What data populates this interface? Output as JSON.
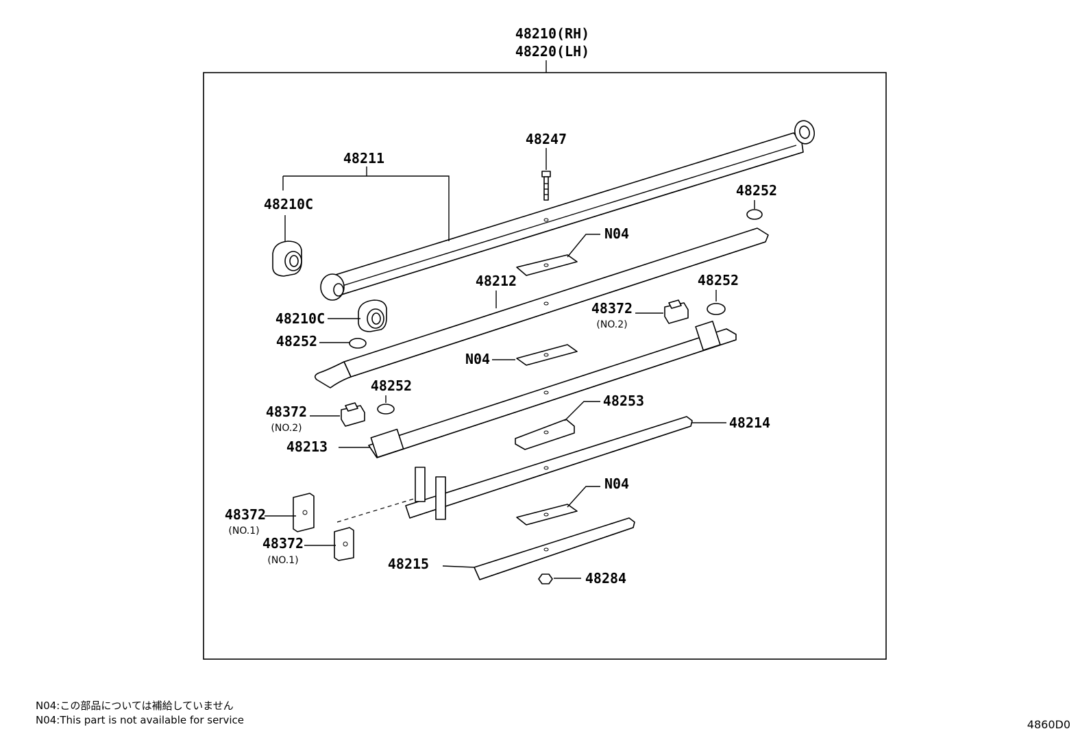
{
  "assembly": {
    "rh": "48210(RH)",
    "lh": "48220(LH)"
  },
  "callouts": {
    "p48211": "48211",
    "p48210c_a": "48210C",
    "p48210c_b": "48210C",
    "p48247": "48247",
    "p48252_a": "48252",
    "p48252_b": "48252",
    "p48252_c": "48252",
    "p48252_d": "48252",
    "n04_a": "N04",
    "n04_b": "N04",
    "n04_c": "N04",
    "p48212": "48212",
    "p48372_a": "48372",
    "p48372_a_sub": "(NO.2)",
    "p48372_b": "48372",
    "p48372_b_sub": "(NO.2)",
    "p48372_c": "48372",
    "p48372_c_sub": "(NO.1)",
    "p48372_d": "48372",
    "p48372_d_sub": "(NO.1)",
    "p48213": "48213",
    "p48253": "48253",
    "p48214": "48214",
    "p48215": "48215",
    "p48284": "48284"
  },
  "notes": {
    "jp": "N04:この部品については補給していません",
    "en": "N04:This part is not available for service"
  },
  "figure_code": "4860D0"
}
